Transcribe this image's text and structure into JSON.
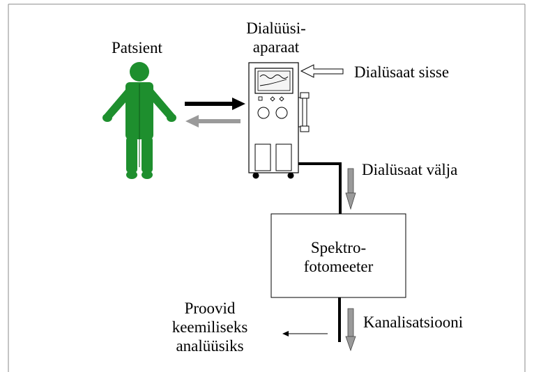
{
  "labels": {
    "patient": "Patsient",
    "machine_line1": "Dialüüsi-",
    "machine_line2": "aparaat",
    "dialysate_in": "Dialüsaat sisse",
    "dialysate_out": "Dialüsaat välja",
    "spectro_line1": "Spektro-",
    "spectro_line2": "fotomeeter",
    "drain": "Kanalisatsiooni",
    "samples_line1": "Proovid",
    "samples_line2": "keemiliseks",
    "samples_line3": "analüüsiks"
  },
  "colors": {
    "figure_green": "#1e8f2e",
    "line": "#000000",
    "gray_arrow": "#9a9a9a",
    "frame": "#8a8a8a"
  }
}
